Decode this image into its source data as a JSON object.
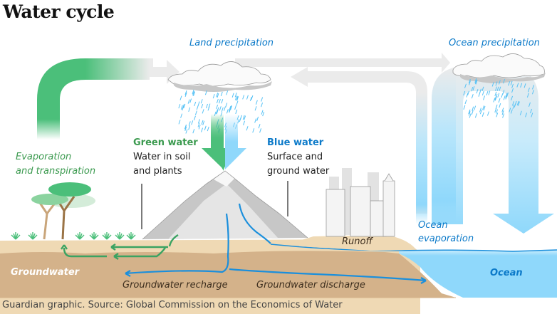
{
  "title": "Water cycle",
  "labels": {
    "land_precipitation": "Land precipitation",
    "ocean_precipitation": "Ocean precipitation",
    "evaporation_line1": "Evaporation",
    "evaporation_line2": "and transpiration",
    "green_water_title": "Green water",
    "green_water_line1": "Water in soil",
    "green_water_line2": "and plants",
    "blue_water_title": "Blue water",
    "blue_water_line1": "Surface and",
    "blue_water_line2": "ground water",
    "runoff": "Runoff",
    "ocean_evaporation_line1": "Ocean",
    "ocean_evaporation_line2": "evaporation",
    "groundwater": "Groundwater",
    "groundwater_recharge": "Groundwater recharge",
    "groundwater_discharge": "Groundwater discharge",
    "ocean": "Ocean"
  },
  "source": "Guardian graphic. Source: Global Commission on the Economics of Water",
  "colors": {
    "green": "#4bbf7a",
    "green_text": "#3b9a4f",
    "blue_arrow": "#8fd8fb",
    "blue_text": "#0c7ac9",
    "river": "#1b8fdc",
    "soil_light": "#efd9b4",
    "soil_dark": "#d4b28a",
    "ocean": "#8fd8fb",
    "flow_grey": "#ebebeb"
  }
}
